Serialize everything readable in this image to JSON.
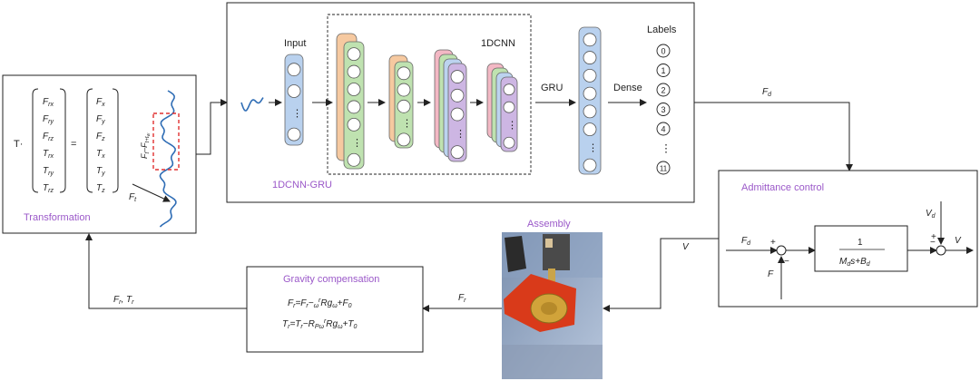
{
  "transformation": {
    "title": "Transformation",
    "operator": "T·",
    "equals": "=",
    "lhs_vector": [
      "F",
      "F",
      "F",
      "T",
      "T",
      "T"
    ],
    "lhs_subscripts": [
      "rx",
      "ry",
      "rz",
      "rx",
      "ry",
      "rz"
    ],
    "rhs_vector": [
      "F",
      "F",
      "F",
      "T",
      "T",
      "T"
    ],
    "rhs_subscripts": [
      "x",
      "y",
      "z",
      "x",
      "y",
      "z"
    ],
    "window_label": "F",
    "window_label_sub": "t",
    "window_label_mid": "–F",
    "window_label_sub2": "t+t",
    "window_label_sub3": "w",
    "signal_label": "F",
    "signal_label_sub": "t"
  },
  "network": {
    "title": "1DCNN-GRU",
    "input_label": "Input",
    "cnn_label": "1DCNN",
    "gru_label": "GRU",
    "dense_label": "Dense",
    "labels_title": "Labels",
    "labels": [
      "0",
      "1",
      "2",
      "3",
      "4",
      "⋮",
      "11"
    ],
    "ellipsis": "⋮"
  },
  "admittance": {
    "title": "Admittance control",
    "input_fd": "F",
    "input_fd_sub": "d",
    "feedback_f": "F",
    "plus": "+",
    "minus": "−",
    "tf_numerator": "1",
    "tf_denominator": "M",
    "tf_den_sub1": "d",
    "tf_den_mid": "s+B",
    "tf_den_sub2": "d",
    "vd": "V",
    "vd_sub": "d",
    "output_v": "V"
  },
  "assembly": {
    "title": "Assembly"
  },
  "gravity": {
    "title": "Gravity compensation",
    "eq1": "F",
    "eq1_sub": "r",
    "eq1_rest": "=F",
    "eq1_sub2": "r",
    "eq1_rest2": "−",
    "eq1_sub3": "ω",
    "eq1_sup": "r",
    "eq1_rest3": "Rg",
    "eq1_sub4": "ω",
    "eq1_rest4": "+F",
    "eq1_sub5": "0",
    "eq2": "T",
    "eq2_sub": "r",
    "eq2_rest": "=T",
    "eq2_sub2": "r",
    "eq2_rest2": "−R",
    "eq2_sub3": "Pω",
    "eq2_sup": "r",
    "eq2_rest3": "Rg",
    "eq2_sub4": "ω",
    "eq2_rest4": "+T",
    "eq2_sub5": "0"
  },
  "edges": {
    "fd_label": "F",
    "fd_sub": "d",
    "v_label": "V",
    "fr_label": "F",
    "fr_sub": "r",
    "frtr_label": "F",
    "frtr_sub": "r",
    "frtr_mid": ", T",
    "frtr_sub2": "r"
  },
  "colors": {
    "purple_label": "#9b59c9",
    "input_blue": "#b9d1ee",
    "cnn_orange": "#f6c9a0",
    "cnn_green": "#bfe2b0",
    "cnn_pink": "#f3b8c4",
    "cnn_purple": "#cdb6e3",
    "gru_blue": "#b9d1ee",
    "signal_blue": "#2f6db5",
    "window_red": "#e03030"
  }
}
